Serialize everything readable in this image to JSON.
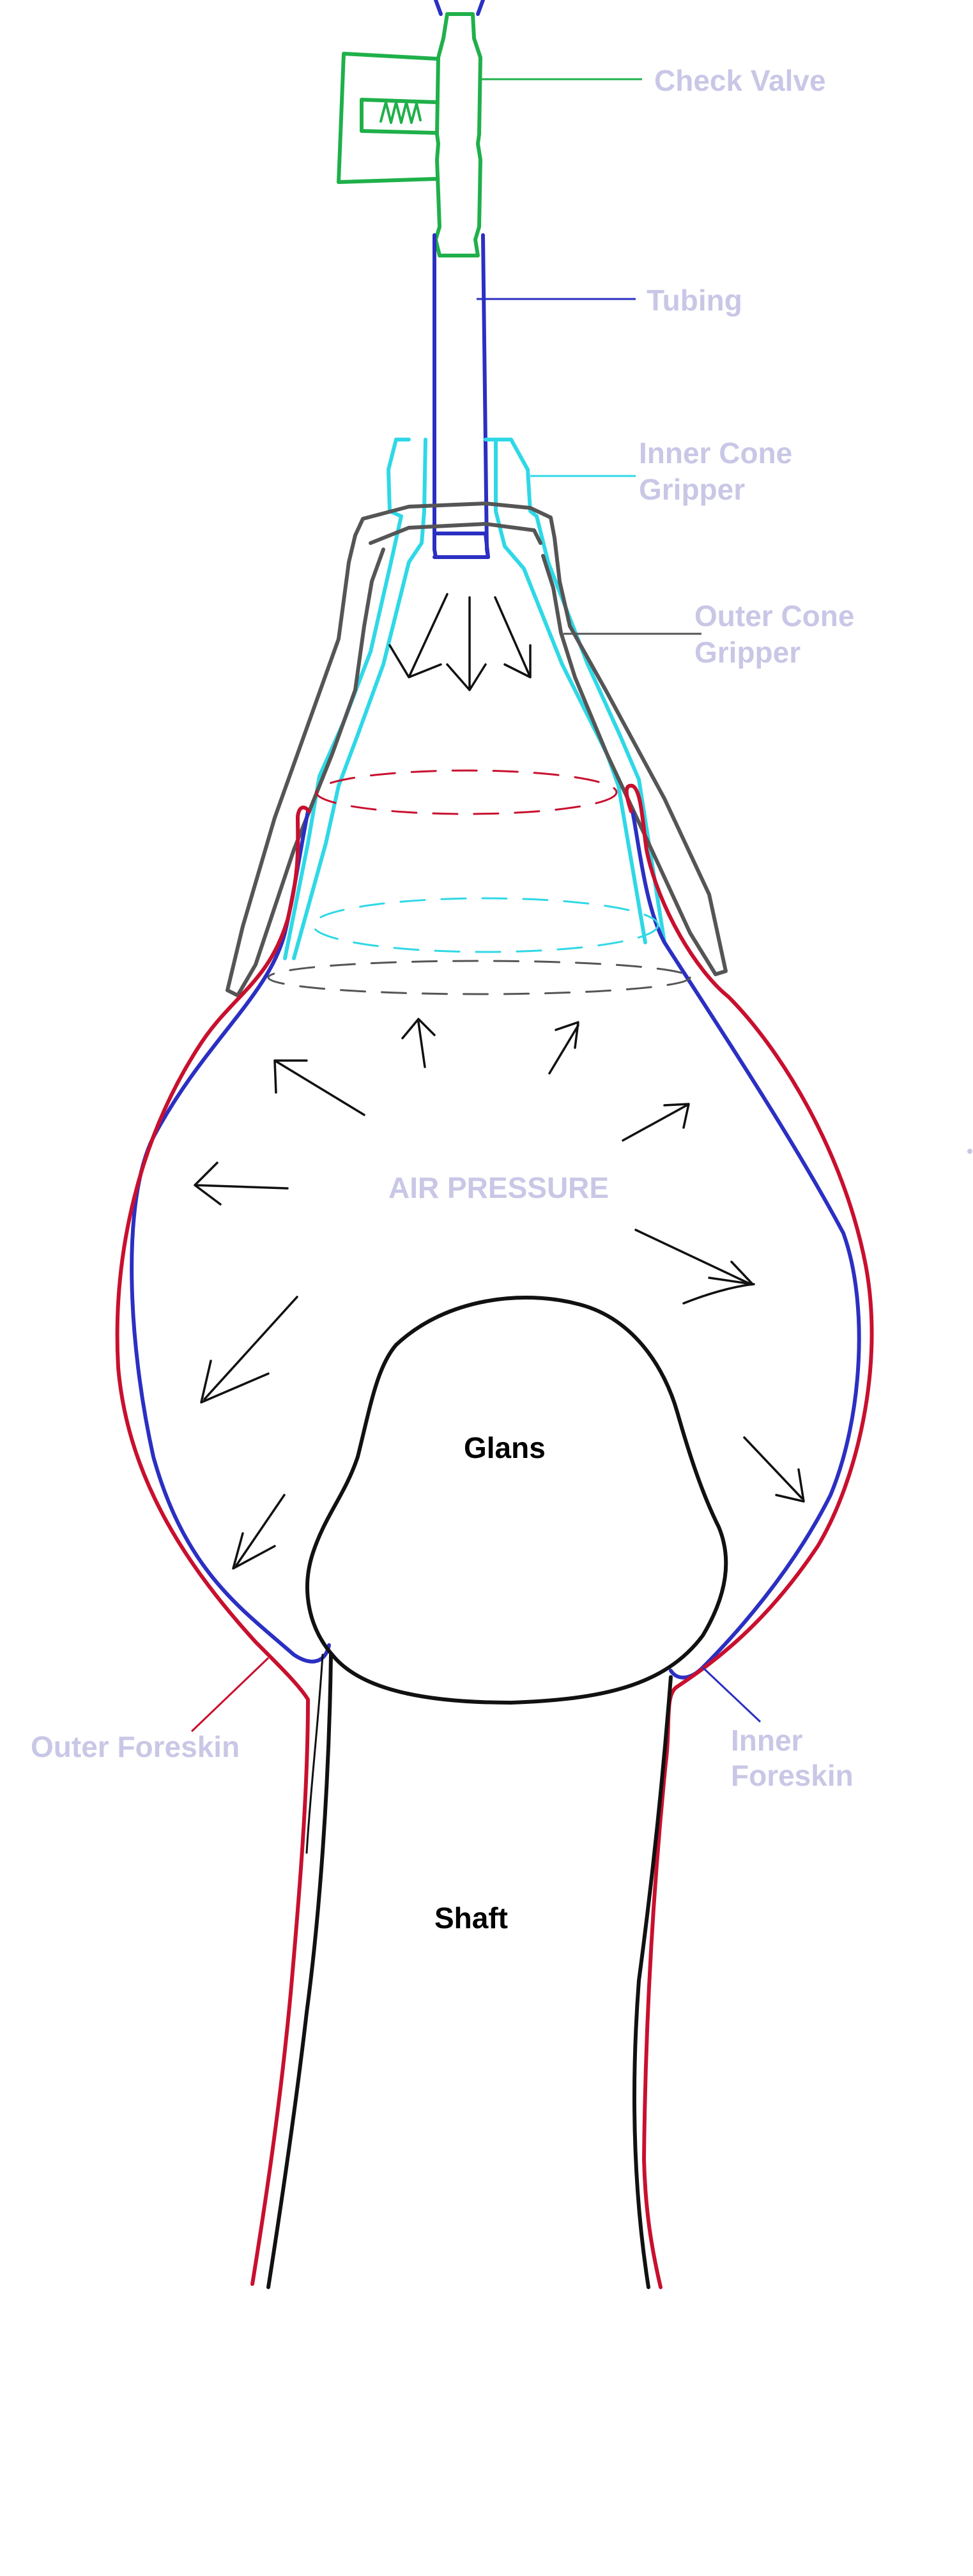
{
  "labels": {
    "check_valve": "Check Valve",
    "tubing": "Tubing",
    "inner_cone_gripper_1": "Inner Cone",
    "inner_cone_gripper_2": "Gripper",
    "outer_cone_gripper_1": "Outer Cone",
    "outer_cone_gripper_2": "Gripper",
    "air_pressure": "AIR PRESSURE",
    "glans": "Glans",
    "outer_foreskin": "Outer Foreskin",
    "inner_foreskin_1": "Inner",
    "inner_foreskin_2": "Foreskin",
    "shaft": "Shaft"
  },
  "colors": {
    "label_text": "#c9c7e6",
    "anatomy_text": "#000000",
    "check_valve": "#1fb04a",
    "tubing": "#2b2fc2",
    "inner_cone_gripper": "#2fd8e6",
    "outer_cone_gripper": "#555555",
    "outer_foreskin": "#c8102e",
    "inner_foreskin": "#2b2fc2",
    "anatomy_outline": "#111111"
  }
}
